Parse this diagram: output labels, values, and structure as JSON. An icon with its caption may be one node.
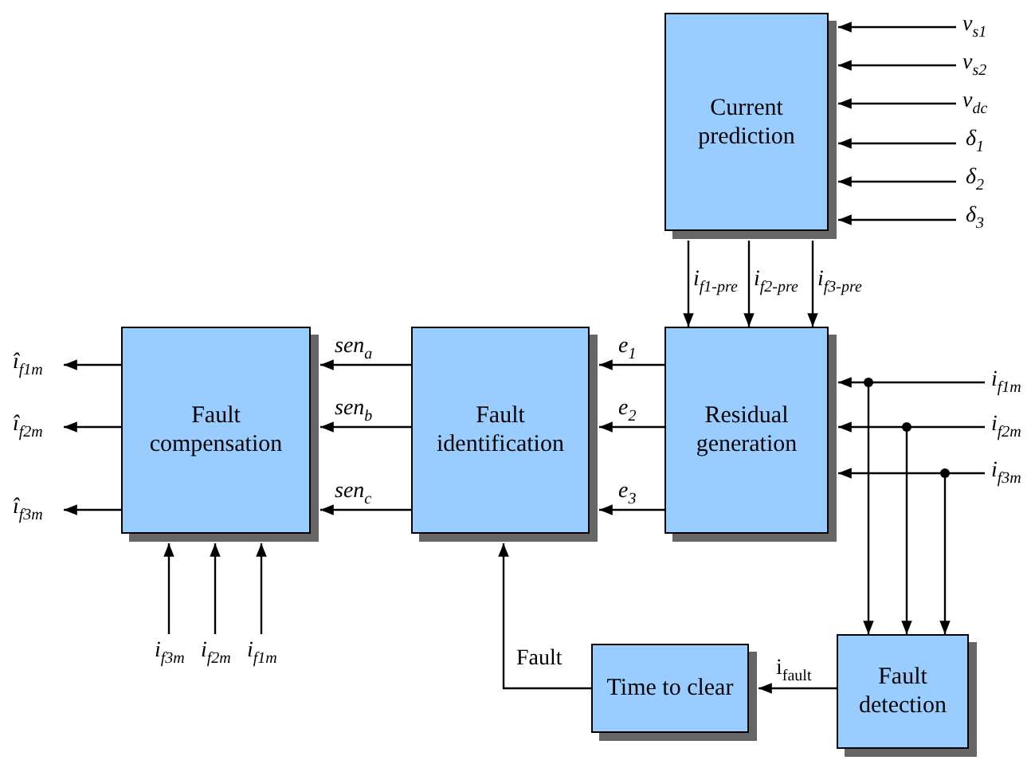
{
  "diagram": {
    "nodes": [
      {
        "text": [
          "Current prediction"
        ]
      },
      {
        "text": [
          "Fault compensation"
        ]
      },
      {
        "text": [
          "Fault identification"
        ]
      },
      {
        "text": [
          "Residual generation"
        ]
      },
      {
        "text": [
          "Time to clear"
        ]
      },
      {
        "text": [
          "Fault detection"
        ]
      }
    ],
    "edges": [
      {
        "from": null,
        "to": 0,
        "arrow": "to",
        "label": "*v$_{s1}$*"
      },
      {
        "from": null,
        "to": 0,
        "arrow": "to",
        "label": "*v$_{s2}$*"
      },
      {
        "from": null,
        "to": 0,
        "arrow": "to",
        "label": "*v$_{dc}$*"
      },
      {
        "from": null,
        "to": 0,
        "arrow": "to",
        "label": "*δ$_{1}$*"
      },
      {
        "from": null,
        "to": 0,
        "arrow": "to",
        "label": "*δ$_{2}$*"
      },
      {
        "from": null,
        "to": 0,
        "arrow": "to",
        "label": "*δ$_{3}$*"
      },
      {
        "from": 0,
        "to": 3,
        "arrow": "to",
        "label": "*i$_{f1-pre}$*"
      },
      {
        "from": 0,
        "to": 3,
        "arrow": "to",
        "label": "*i$_{f2-pre}$*"
      },
      {
        "from": 0,
        "to": 3,
        "arrow": "to",
        "label": "*i$_{f3-pre}$*"
      },
      {
        "from": 3,
        "to": 2,
        "arrow": "to",
        "label": "*e$_{1}$*"
      },
      {
        "from": 3,
        "to": 2,
        "arrow": "to",
        "label": "*e$_{2}$*"
      },
      {
        "from": 3,
        "to": 2,
        "arrow": "to",
        "label": "*e$_{3}$*"
      },
      {
        "from": 2,
        "to": 1,
        "arrow": "to",
        "label": "*sen$_{a}$*"
      },
      {
        "from": 2,
        "to": 1,
        "arrow": "to",
        "label": "*sen$_{b}$*"
      },
      {
        "from": 2,
        "to": 1,
        "arrow": "to",
        "label": "*sen$_{c}$*"
      },
      {
        "from": 1,
        "to": null,
        "arrow": "to",
        "label": "*î$_{f1m}$*"
      },
      {
        "from": 1,
        "to": null,
        "arrow": "to",
        "label": "*î$_{f2m}$*"
      },
      {
        "from": 1,
        "to": null,
        "arrow": "to",
        "label": "*î$_{f3m}$*"
      },
      {
        "from": null,
        "to": 1,
        "arrow": "to",
        "label": "*i$_{f3m}$*"
      },
      {
        "from": null,
        "to": 1,
        "arrow": "to",
        "label": "*i$_{f2m}$*"
      },
      {
        "from": null,
        "to": 1,
        "arrow": "to",
        "label": "*i$_{f1m}$*"
      },
      {
        "from": null,
        "to": 3,
        "arrow": "to",
        "label": "*i$_{f1m}$*"
      },
      {
        "from": null,
        "to": 3,
        "arrow": "to",
        "label": "*i$_{f2m}$*"
      },
      {
        "from": null,
        "to": 3,
        "arrow": "to",
        "label": "*i$_{f3m}$*"
      },
      {
        "from": null,
        "to": 5,
        "arrow": "to"
      },
      {
        "from": null,
        "to": 5,
        "arrow": "to"
      },
      {
        "from": null,
        "to": 5,
        "arrow": "to"
      },
      {
        "from": 5,
        "to": 4,
        "arrow": "to",
        "label": "i$_{fault}$"
      },
      {
        "from": 4,
        "to": 2,
        "arrow": "to",
        "label": "Fault"
      }
    ]
  }
}
